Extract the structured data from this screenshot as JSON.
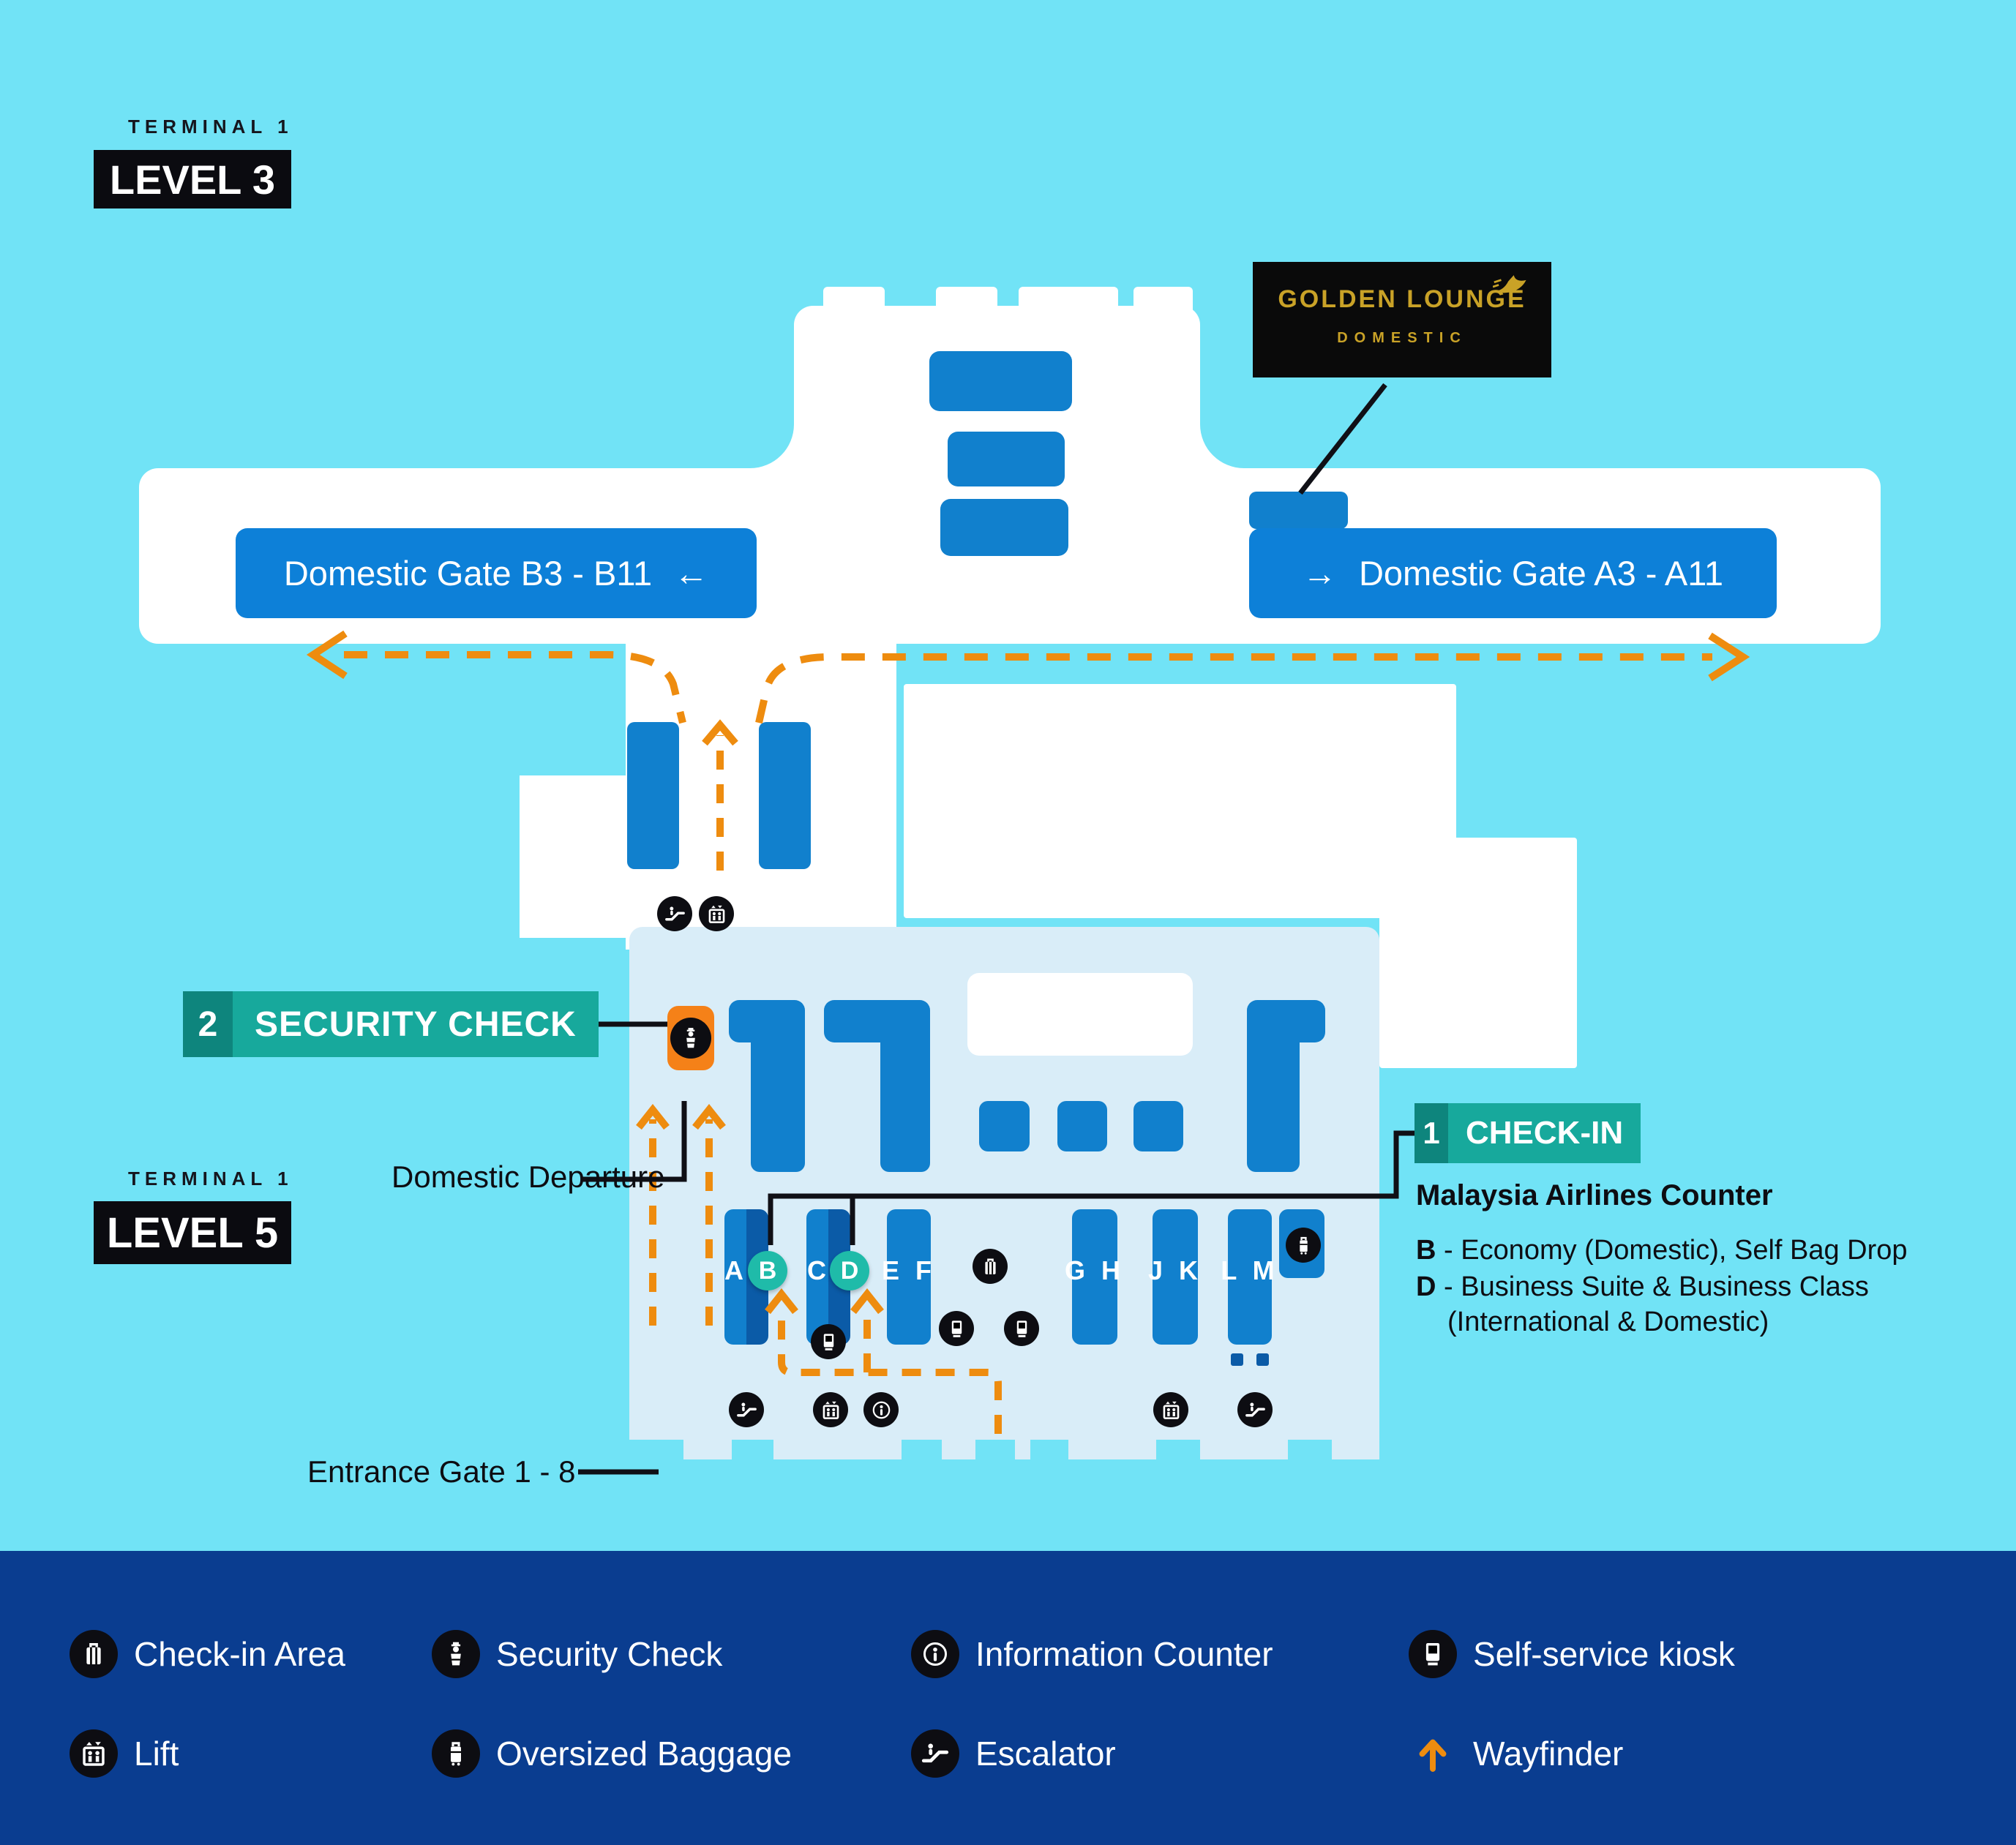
{
  "level3": {
    "terminal": "TERMINAL 1",
    "level": "LEVEL 3"
  },
  "level5": {
    "terminal": "TERMINAL 1",
    "level": "LEVEL 5"
  },
  "golden_lounge": {
    "name": "GOLDEN LOUNGE",
    "category": "DOMESTIC",
    "icon": "airline-bird-icon"
  },
  "gates": {
    "left_label": "Domestic Gate B3 - B11",
    "left_arrow": "←",
    "right_label": "Domestic Gate A3 - A11",
    "right_arrow": "→"
  },
  "security_check": {
    "step": "2",
    "label": "SECURITY CHECK",
    "icon": "security-check-icon"
  },
  "labels": {
    "domestic_departure": "Domestic Departure",
    "entrance_gate": "Entrance Gate 1 - 8"
  },
  "check_in": {
    "step": "1",
    "label": "CHECK-IN",
    "counter_title": "Malaysia Airlines Counter",
    "row_b_letter": "B",
    "row_b_text": "- Economy (Domestic), Self Bag Drop",
    "row_d_letter": "D",
    "row_d_text": "- Business Suite & Business Class",
    "row_d_text2": "(International & Domestic)"
  },
  "counters": {
    "a": "A",
    "b": "B",
    "c": "C",
    "d": "D",
    "ef": "E F",
    "gh": "G H",
    "jk": "J K",
    "lm": "L M"
  },
  "legend": [
    {
      "icon": "checkin-area-icon",
      "label": "Check-in Area"
    },
    {
      "icon": "security-check-icon",
      "label": "Security Check"
    },
    {
      "icon": "information-counter-icon",
      "label": "Information Counter"
    },
    {
      "icon": "self-service-kiosk-icon",
      "label": "Self-service kiosk"
    },
    {
      "icon": "lift-icon",
      "label": "Lift"
    },
    {
      "icon": "oversized-baggage-icon",
      "label": "Oversized Baggage"
    },
    {
      "icon": "escalator-icon",
      "label": "Escalator"
    },
    {
      "icon": "wayfinder-icon",
      "label": "Wayfinder"
    }
  ],
  "colors": {
    "background": "#71E3F6",
    "map_white": "#FFFFFF",
    "hall": "#D9EDF8",
    "blue": "#1180CD",
    "blue_dark": "#0B5BA7",
    "gate_blue": "#0D80D8",
    "teal": "#17A99C",
    "teal_dark": "#0E857D",
    "teal_circle": "#1FBBA9",
    "orange": "#EE8C0F",
    "security_orange": "#F58118",
    "legend_navy": "#0A3D90",
    "gold": "#C9A227",
    "black": "#0D0D12"
  }
}
